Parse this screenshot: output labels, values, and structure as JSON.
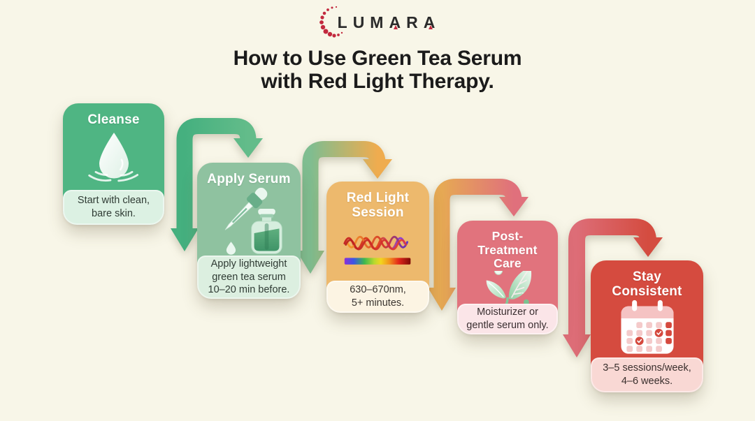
{
  "background_color": "#F8F6E8",
  "logo": {
    "text": "LUMARA",
    "part1": "LUM",
    "accent1": "A",
    "part2": "R",
    "accent2": "A",
    "brand_color": "#C2293E",
    "text_color": "#2B2B2B"
  },
  "title": {
    "line1": "How to Use Green Tea Serum",
    "line2": "with Red Light Therapy."
  },
  "steps": [
    {
      "title": "Cleanse",
      "description": "Start with clean,\nbare skin.",
      "icon": "water-drop-icon",
      "card_color": "#4FB583",
      "panel_color": "#DCF1E3",
      "text_color": "#2F3B34"
    },
    {
      "title": "Apply Serum",
      "description": "Apply lightweight\ngreen tea serum\n10–20 min before.",
      "icon": "serum-dropper-icon",
      "card_color": "#8FC2A0",
      "panel_color": "#DCEFE0",
      "text_color": "#2F3B34"
    },
    {
      "title": "Red Light Session",
      "description": "630–670nm,\n5+ minutes.",
      "icon": "red-light-spectrum-icon",
      "card_color": "#EDB96D",
      "panel_color": "#FCF4E3",
      "text_color": "#3A3530"
    },
    {
      "title": "Post-Treatment Care",
      "description": "Moisturizer or\ngentle serum only.",
      "icon": "leaf-sprout-icon",
      "card_color": "#E1737D",
      "panel_color": "#FBE5E8",
      "text_color": "#3A2F31"
    },
    {
      "title": "Stay Consistent",
      "description": "3–5 sessions/week,\n4–6 weeks.",
      "icon": "calendar-icon",
      "card_color": "#D54B3F",
      "panel_color": "#F9D8D4",
      "text_color": "#3A2F2D"
    }
  ],
  "connectors": [
    {
      "from": "Cleanse",
      "to": "Apply Serum",
      "start_color": "#45B07F",
      "end_color": "#63BC8A"
    },
    {
      "from": "Apply Serum",
      "to": "Red Light Session",
      "start_color": "#7FBD90",
      "end_color": "#EFAC4F"
    },
    {
      "from": "Red Light Session",
      "to": "Post-Treatment Care",
      "start_color": "#E6A954",
      "end_color": "#E0707C"
    },
    {
      "from": "Post-Treatment Care",
      "to": "Stay Consistent",
      "start_color": "#DD6D77",
      "end_color": "#D44C40"
    }
  ]
}
